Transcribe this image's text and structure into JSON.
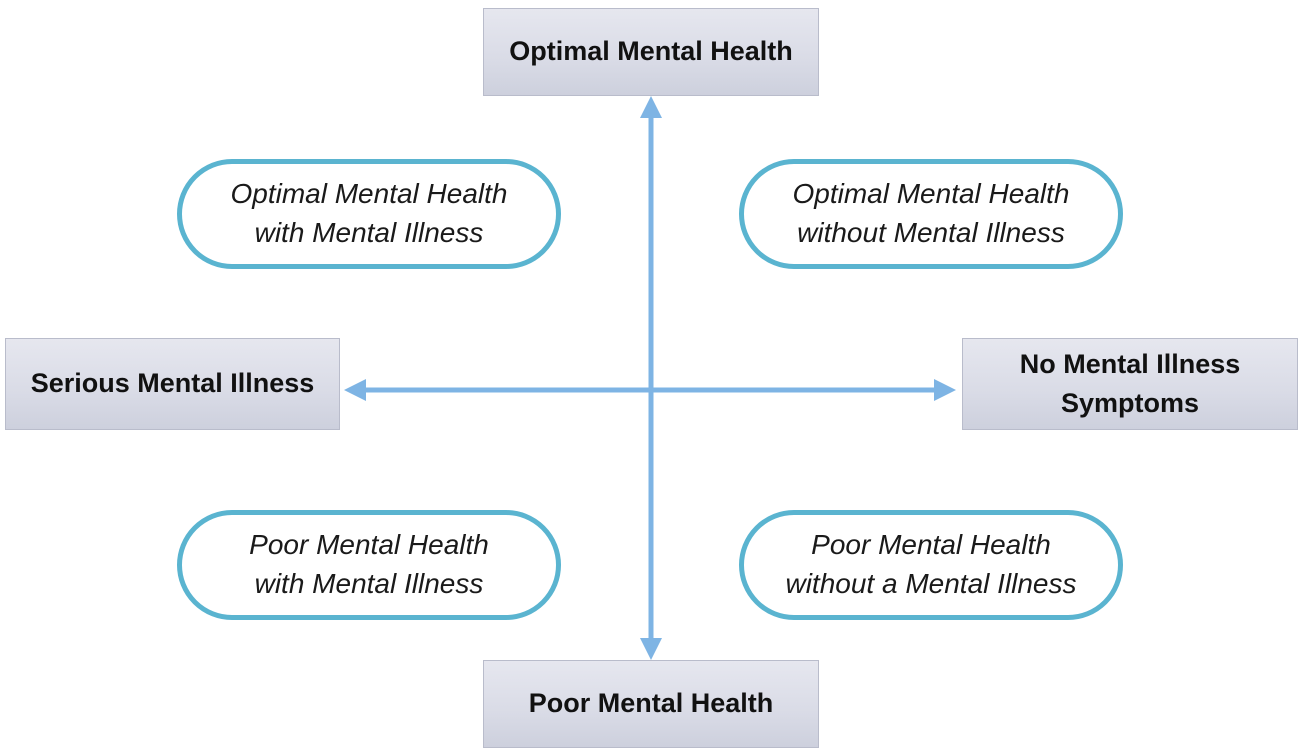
{
  "axes": {
    "top": "Optimal Mental Health",
    "bottom": "Poor Mental Health",
    "left": "Serious Mental Illness",
    "right_line1": "No Mental Illness",
    "right_line2": "Symptoms"
  },
  "quadrants": {
    "top_left": "Optimal Mental Health\nwith Mental Illness",
    "top_right": "Optimal Mental Health\nwithout Mental Illness",
    "bottom_left": "Poor Mental Health\nwith Mental Illness",
    "bottom_right": "Poor Mental Health\nwithout a Mental Illness"
  },
  "colors": {
    "arrow": "#7eb4e4",
    "pill_border": "#5ab4d0",
    "axis_box_fill": "#d9dbe6"
  }
}
